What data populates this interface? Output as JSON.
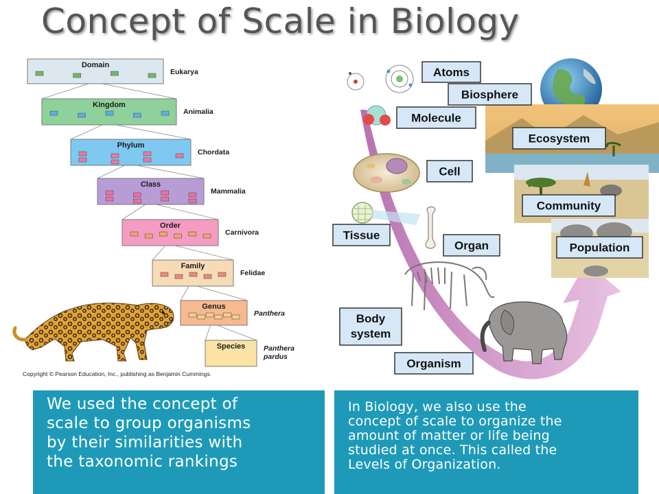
{
  "title": "Concept of Scale in Biology",
  "taxonomy": {
    "levels": [
      {
        "rank": "Domain",
        "name": "Eukarya",
        "fill": "#dde7ef",
        "box": "#6fba67"
      },
      {
        "rank": "Kingdom",
        "name": "Animalia",
        "fill": "#8fd19a",
        "box": "#5aaeea"
      },
      {
        "rank": "Phylum",
        "name": "Chordata",
        "fill": "#7fc8f2",
        "box": "#e97a9d"
      },
      {
        "rank": "Class",
        "name": "Mammalia",
        "fill": "#b79cd6",
        "box": "#ef6ea0"
      },
      {
        "rank": "Order",
        "name": "Carnivora",
        "fill": "#f59cc3",
        "box": "#f0a46a"
      },
      {
        "rank": "Family",
        "name": "Felidae",
        "fill": "#f6dcb6",
        "box": "#f08a70"
      },
      {
        "rank": "Genus",
        "name": "Panthera",
        "fill": "#f8b990",
        "box": "#f5d08a"
      },
      {
        "rank": "Species",
        "name": "Panthera pardus",
        "name_lines": [
          "Panthera",
          "pardus"
        ],
        "fill": "#fbe3a6",
        "box": "#ffffff"
      }
    ],
    "copyright": "Copyright © Pearson Education, Inc., publishing as Benjamin Cummings."
  },
  "levels_of_organization": {
    "labels": [
      "Atoms",
      "Biosphere",
      "Molecule",
      "Ecosystem",
      "Cell",
      "Community",
      "Tissue",
      "Organ",
      "Population",
      "Body system",
      "Organism"
    ]
  },
  "captions": {
    "left_lines": [
      "We used the concept of",
      "scale to group organisms",
      "by their similarities with",
      "the taxonomic rankings"
    ],
    "right_lines": [
      "In Biology, we also use the",
      "concept of scale to organize the",
      "amount of matter or life being",
      "studied at once.  This called the",
      "Levels of Organization."
    ]
  },
  "colors": {
    "caption_bg": "#1e9ab8",
    "arrow": "#c27fba",
    "label_bg": "#d6e8f7"
  }
}
